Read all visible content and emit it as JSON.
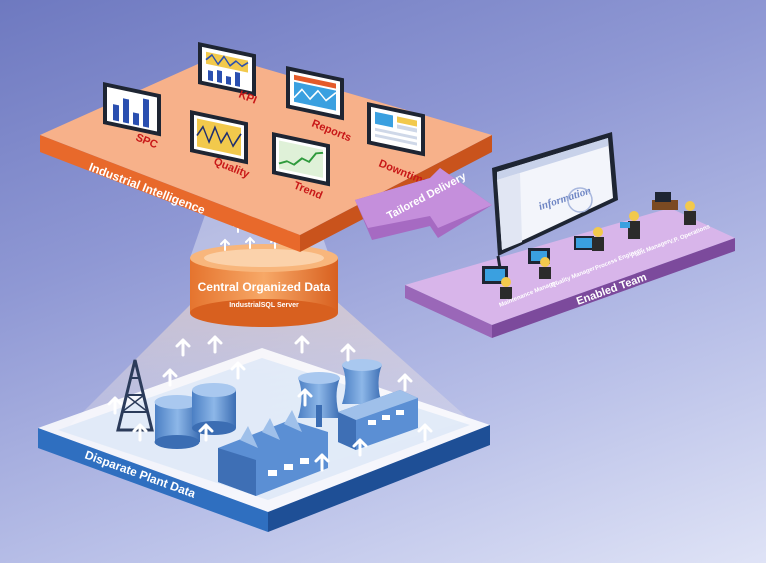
{
  "top_platform": {
    "label": "Industrial Intelligence",
    "dashboards": [
      {
        "label": "SPC",
        "icon": "bar-chart-icon"
      },
      {
        "label": "KPI",
        "icon": "gauge-chart-icon"
      },
      {
        "label": "Reports",
        "icon": "report-chart-icon"
      },
      {
        "label": "Quality",
        "icon": "line-chart-icon"
      },
      {
        "label": "Trend",
        "icon": "trend-chart-icon"
      },
      {
        "label": "Downtime",
        "icon": "downtime-chart-icon"
      }
    ]
  },
  "arrow_label": "Tailored Delivery",
  "central": {
    "title": "Central Organized Data",
    "subtitle": "IndustrialSQL Server"
  },
  "right_platform": {
    "label": "Enabled Team",
    "screen_text": "information",
    "roles": [
      "Maintenance Manager",
      "Quality Manager",
      "Process Engineer",
      "Plant Manager",
      "V.P. Operations"
    ]
  },
  "bottom_platform": {
    "label": "Disparate Plant Data"
  },
  "colors": {
    "orange": "#f39a5e",
    "orange_dark": "#e0662a",
    "purple": "#c7a5de",
    "purple_dark": "#7b4e9a",
    "blue": "#3f7fc8",
    "blue_light": "#e8f0fb"
  }
}
